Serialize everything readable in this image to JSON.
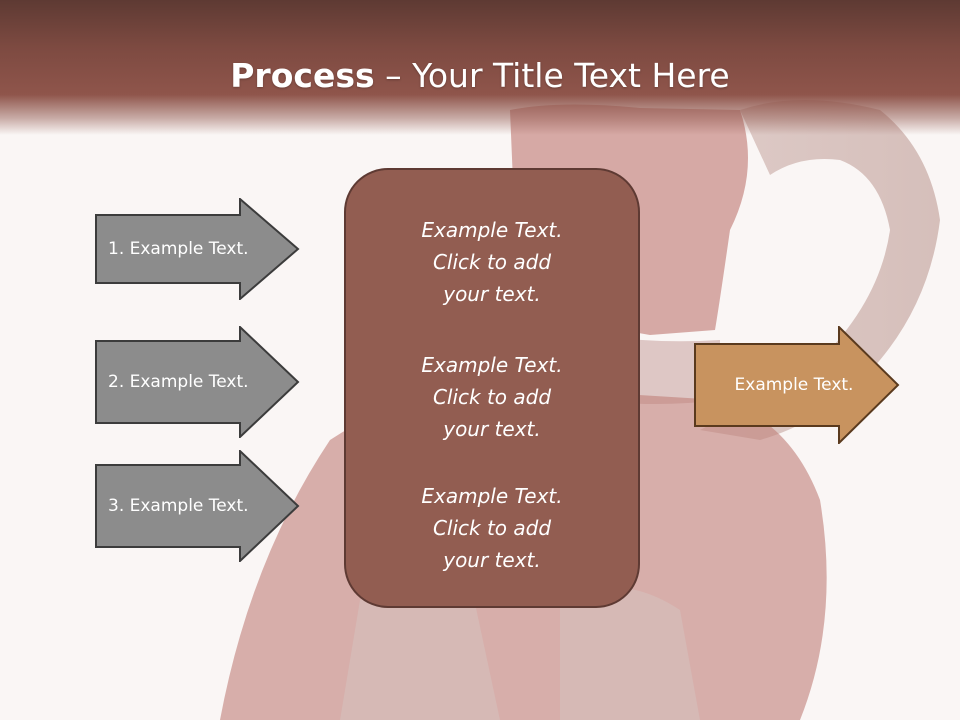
{
  "title": {
    "bold": "Process",
    "rest": " – Your Title Text Here"
  },
  "left_arrows": [
    {
      "label": "1. Example Text."
    },
    {
      "label": "2. Example Text."
    },
    {
      "label": "3. Example Text."
    }
  ],
  "center_blocks": [
    {
      "lines": [
        "Example Text.",
        "Click  to add",
        "your text."
      ]
    },
    {
      "lines": [
        "Example Text.",
        "Click  to add",
        "your text."
      ]
    },
    {
      "lines": [
        "Example Text.",
        "Click  to add",
        "your text."
      ]
    }
  ],
  "right_arrow": {
    "label": "Example Text."
  },
  "colors": {
    "title_bar": "#7d4a41",
    "left_arrow_fill": "#8c8c8c",
    "center_fill": "#925d51",
    "right_arrow_fill": "#c8935f"
  }
}
